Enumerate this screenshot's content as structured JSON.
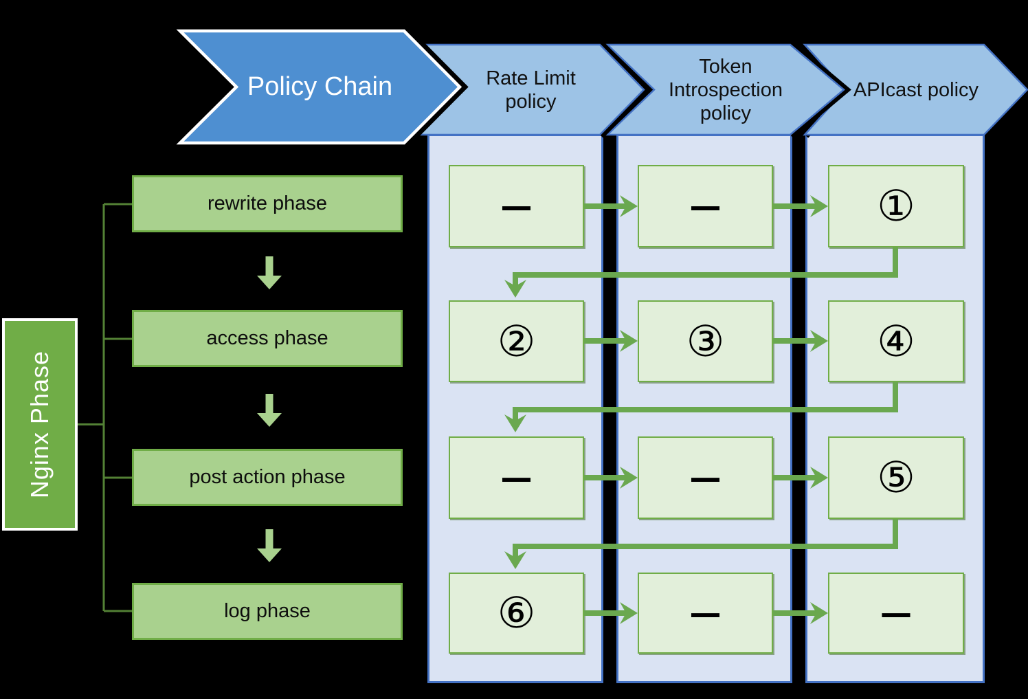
{
  "title_arrow": {
    "label": "Policy Chain"
  },
  "nginx_panel": {
    "label": "Nginx Phase"
  },
  "phases": [
    {
      "label": "rewrite phase"
    },
    {
      "label": "access phase"
    },
    {
      "label": "post action phase"
    },
    {
      "label": "log phase"
    }
  ],
  "policies": [
    {
      "name": "Rate Limit policy",
      "lines": [
        "Rate Limit",
        "policy"
      ]
    },
    {
      "name": "Token Introspection policy",
      "lines": [
        "Token",
        "Introspection",
        "policy"
      ]
    },
    {
      "name": "APIcast policy",
      "lines": [
        "APIcast policy"
      ]
    }
  ],
  "matrix": {
    "rows": [
      {
        "phase": "rewrite phase",
        "cells": [
          {
            "v": "—",
            "k": "sym sym-dash"
          },
          {
            "v": "—",
            "k": "sym sym-dash"
          },
          {
            "v": "①",
            "k": "sym sym-num"
          }
        ]
      },
      {
        "phase": "access phase",
        "cells": [
          {
            "v": "②",
            "k": "sym sym-num"
          },
          {
            "v": "③",
            "k": "sym sym-num"
          },
          {
            "v": "④",
            "k": "sym sym-num"
          }
        ]
      },
      {
        "phase": "post action phase",
        "cells": [
          {
            "v": "—",
            "k": "sym sym-dash"
          },
          {
            "v": "—",
            "k": "sym sym-dash"
          },
          {
            "v": "⑤",
            "k": "sym sym-num"
          }
        ]
      },
      {
        "phase": "log phase",
        "cells": [
          {
            "v": "⑥",
            "k": "sym sym-num"
          },
          {
            "v": "—",
            "k": "sym sym-dash"
          },
          {
            "v": "—",
            "k": "sym sym-dash"
          }
        ]
      }
    ]
  },
  "colors": {
    "background": "#000000",
    "policy_chain_fill": "#4E8FD1",
    "policy_chain_stroke": "#FFFFFF",
    "policy_header_fill": "#9DC3E6",
    "policy_header_stroke": "#4472C4",
    "column_fill": "#DAE3F3",
    "column_border": "#4472C4",
    "cell_fill": "#E2EFDA",
    "cell_border": "#70AD47",
    "phase_fill": "#A9D18E",
    "phase_border": "#70AD47",
    "nginx_fill": "#70AD47",
    "flow_arrow_green": "#6AA84F",
    "bracket_green": "#538135",
    "down_arrow_fill": "#A9D18E"
  }
}
